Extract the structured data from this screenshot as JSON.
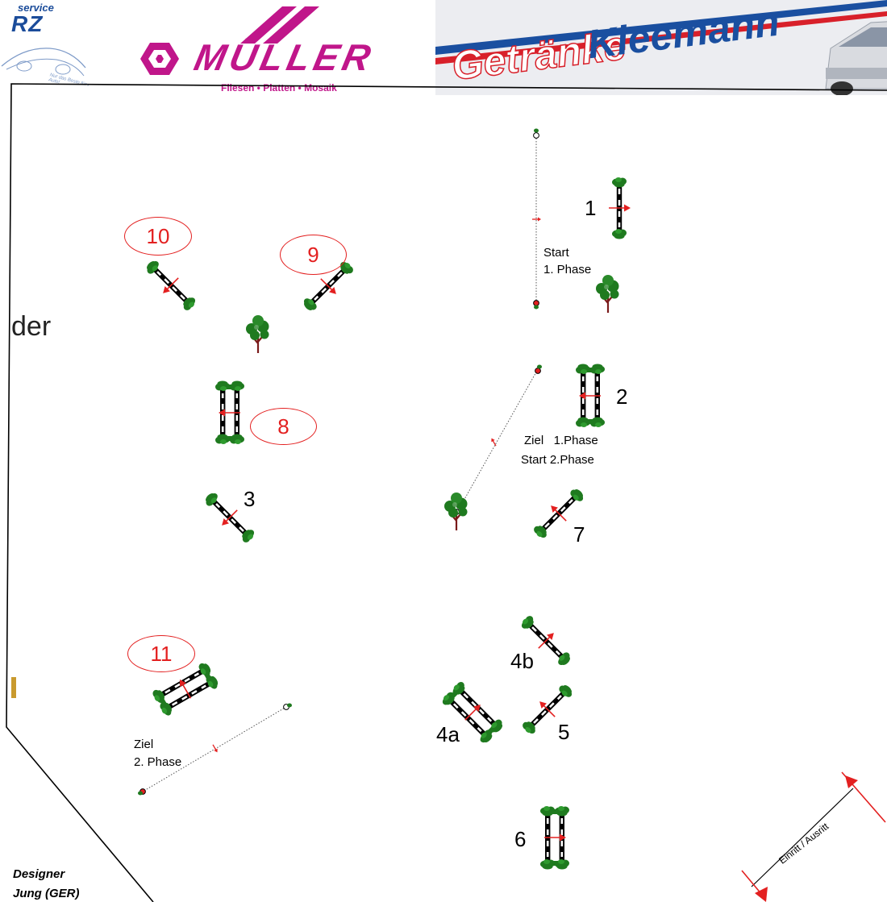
{
  "sponsors": {
    "left_top": "service",
    "left_main": "RZ",
    "left_tag": "Nur das Beste für Ihr Auto!",
    "mueller_name": "MÜLLER",
    "mueller_tag": "Fliesen • Platten • Mosaik",
    "kleemann_script": "Getränke",
    "kleemann_name": "Kleemann"
  },
  "edge_text": {
    "der": "der",
    "designer": "Designer",
    "designer_name": "Jung (GER)"
  },
  "labels": {
    "start1": "Start",
    "start1b": "1. Phase",
    "ziel1": "Ziel   1.Phase",
    "start2": "Start 2.Phase",
    "ziel2": "Ziel",
    "ziel2b": "2. Phase",
    "entrance": "Einritt / Ausritt"
  },
  "obstacles": [
    {
      "label": "1"
    },
    {
      "label": "2"
    },
    {
      "label": "3"
    },
    {
      "label": "4a"
    },
    {
      "label": "4b"
    },
    {
      "label": "5"
    },
    {
      "label": "6"
    },
    {
      "label": "7"
    },
    {
      "label": "8"
    },
    {
      "label": "9"
    },
    {
      "label": "10"
    },
    {
      "label": "11"
    }
  ],
  "colors": {
    "accent_red": "#e32020",
    "foliage": "#1f7a1f",
    "trunk": "#7a1a1a",
    "mueller_magenta": "#c0168a",
    "kleemann_blue": "#1a4fa0",
    "kleemann_red": "#d8202a"
  }
}
